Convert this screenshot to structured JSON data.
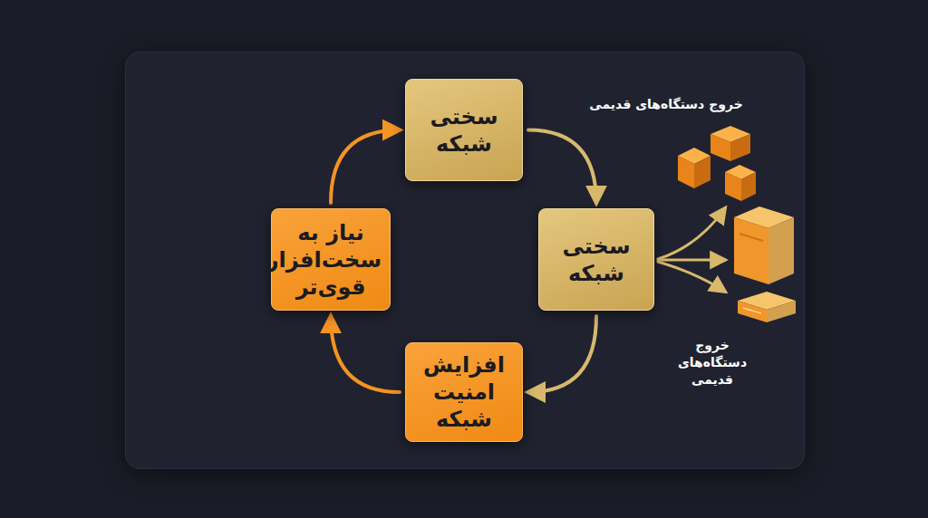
{
  "diagram": {
    "nodes": [
      {
        "text": [
          "سختی شبکه"
        ]
      },
      {
        "text": [
          "سختی شبکه"
        ]
      },
      {
        "text": [
          "افزایش امنیت شبکه"
        ]
      },
      {
        "text": [
          "نیاز به سخت‌افزار قوی‌تر"
        ]
      }
    ],
    "edges": [
      {
        "from": 0,
        "to": 1,
        "arrow": "to"
      },
      {
        "from": 1,
        "to": 2,
        "arrow": "to"
      },
      {
        "from": 2,
        "to": 3,
        "arrow": "to"
      },
      {
        "from": 3,
        "to": 0,
        "arrow": "to"
      }
    ],
    "labels": [
      "خروج دستگاه‌های قدیمی",
      "خروج دستگاه‌های قدیمی"
    ]
  }
}
